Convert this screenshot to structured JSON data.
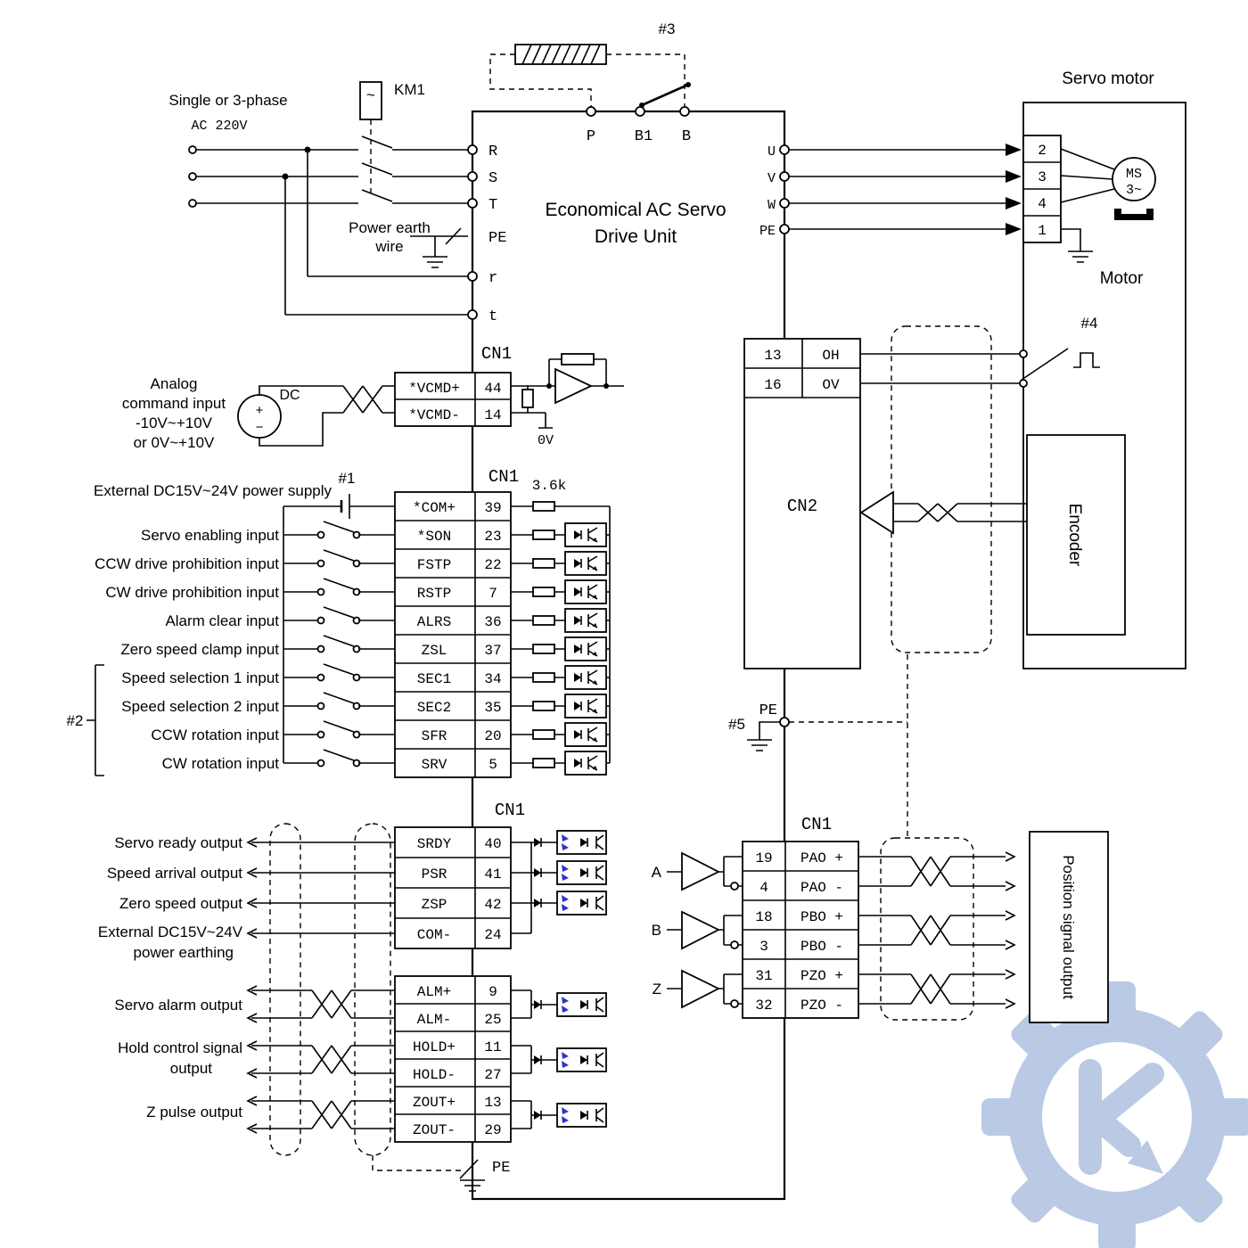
{
  "colors": {
    "wire": "#000000",
    "blue": "#2a35c8",
    "watermark": "#a9bedf"
  },
  "title": {
    "line1": "Economical AC Servo",
    "line2": "Drive Unit"
  },
  "mains": {
    "phase": "Single or 3-phase",
    "voltage": "AC 220V",
    "contactor": "KM1",
    "coil": "~",
    "earth1": "Power earth",
    "earth2": "wire",
    "r": "R",
    "s": "S",
    "t": "T",
    "pe": "PE",
    "r2": "r",
    "t2": "t"
  },
  "brake": {
    "tag": "#3",
    "p": "P",
    "b1": "B1",
    "b": "B"
  },
  "motor": {
    "title": "Servo motor",
    "name": "Motor",
    "u": "U",
    "v": "V",
    "w": "W",
    "pe": "PE",
    "pin_u": "2",
    "pin_v": "3",
    "pin_w": "4",
    "pin_pe": "1",
    "ms": "MS",
    "ms_sub": "3~"
  },
  "cn2": {
    "label": "CN2",
    "tag": "#4",
    "encoder": "Encoder",
    "rows": [
      {
        "pin": "13",
        "sig": "OH"
      },
      {
        "pin": "16",
        "sig": "OV"
      }
    ]
  },
  "analog": {
    "cn1": "CN1",
    "l1": "Analog",
    "l2": "command input",
    "l3": "-10V~+10V",
    "l4": "or 0V~+10V",
    "dc": "DC",
    "plus": "+",
    "minus": "−",
    "gnd": "0V",
    "rows": [
      {
        "sig": "*VCMD+",
        "pin": "44"
      },
      {
        "sig": "*VCMD-",
        "pin": "14"
      }
    ]
  },
  "inputs": {
    "cn1": "CN1",
    "res": "3.6k",
    "tag1": "#1",
    "tag2": "#2",
    "rows": [
      {
        "label": "External DC15V~24V power supply",
        "sig": "*COM+",
        "pin": "39"
      },
      {
        "label": "Servo enabling input",
        "sig": "*SON",
        "pin": "23"
      },
      {
        "label": "CCW drive prohibition input",
        "sig": "FSTP",
        "pin": "22"
      },
      {
        "label": "CW drive prohibition input",
        "sig": "RSTP",
        "pin": "7"
      },
      {
        "label": "Alarm clear input",
        "sig": "ALRS",
        "pin": "36"
      },
      {
        "label": "Zero speed clamp input",
        "sig": "ZSL",
        "pin": "37"
      },
      {
        "label": "Speed selection 1 input",
        "sig": "SEC1",
        "pin": "34"
      },
      {
        "label": "Speed selection 2 input",
        "sig": "SEC2",
        "pin": "35"
      },
      {
        "label": "CCW rotation input",
        "sig": "SFR",
        "pin": "20"
      },
      {
        "label": "CW rotation input",
        "sig": "SRV",
        "pin": "5"
      }
    ]
  },
  "outputs": {
    "cn1": "CN1",
    "pe": "PE",
    "rows1": [
      {
        "label": "Servo ready output",
        "sig": "SRDY",
        "pin": "40"
      },
      {
        "label": "Speed arrival output",
        "sig": "PSR",
        "pin": "41"
      },
      {
        "label": "Zero speed output",
        "sig": "ZSP",
        "pin": "42"
      },
      {
        "label": "External DC15V~24V",
        "label2": "power earthing",
        "sig": "COM-",
        "pin": "24"
      }
    ],
    "alm_label": "Servo alarm output",
    "hold_label1": "Hold control signal",
    "hold_label2": "output",
    "z_label": "Z pulse output",
    "rows2": [
      {
        "sig": "ALM+",
        "pin": "9"
      },
      {
        "sig": "ALM-",
        "pin": "25"
      },
      {
        "sig": "HOLD+",
        "pin": "11"
      },
      {
        "sig": "HOLD-",
        "pin": "27"
      },
      {
        "sig": "ZOUT+",
        "pin": "13"
      },
      {
        "sig": "ZOUT-",
        "pin": "29"
      }
    ]
  },
  "position": {
    "cn1": "CN1",
    "a": "A",
    "b": "B",
    "z": "Z",
    "box": "Position signal output",
    "rows": [
      {
        "pin": "19",
        "sig": "PAO +"
      },
      {
        "pin": "4",
        "sig": "PAO -"
      },
      {
        "pin": "18",
        "sig": "PBO +"
      },
      {
        "pin": "3",
        "sig": "PBO -"
      },
      {
        "pin": "31",
        "sig": "PZO +"
      },
      {
        "pin": "32",
        "sig": "PZO -"
      }
    ]
  },
  "pe5": {
    "tag": "#5",
    "pe": "PE"
  }
}
